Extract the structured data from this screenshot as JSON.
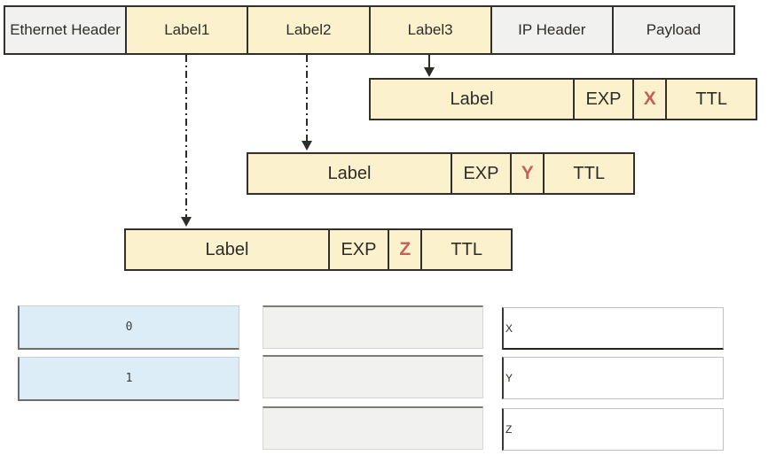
{
  "diagram": {
    "packet_segments": [
      {
        "label": "Ethernet Header",
        "kind": "header"
      },
      {
        "label": "Label1",
        "kind": "mpls-label"
      },
      {
        "label": "Label2",
        "kind": "mpls-label"
      },
      {
        "label": "Label3",
        "kind": "mpls-label"
      },
      {
        "label": "IP Header",
        "kind": "header"
      },
      {
        "label": "Payload",
        "kind": "header"
      }
    ],
    "mpls_rows": [
      {
        "label": "Label",
        "exp": "EXP",
        "bit": "X",
        "ttl": "TTL"
      },
      {
        "label": "Label",
        "exp": "EXP",
        "bit": "Y",
        "ttl": "TTL"
      },
      {
        "label": "Label",
        "exp": "EXP",
        "bit": "Z",
        "ttl": "TTL"
      }
    ]
  },
  "quiz": {
    "options": [
      {
        "value": "0"
      },
      {
        "value": "1"
      }
    ],
    "targets": [
      {
        "label": "X"
      },
      {
        "label": "Y"
      },
      {
        "label": "Z"
      }
    ]
  },
  "colors": {
    "field_yellow": "#fbf2cd",
    "header_gray": "#f1f1ef",
    "option_blue": "#dcedf8",
    "bit_red": "#c4605a",
    "border_dark": "#33302b"
  }
}
